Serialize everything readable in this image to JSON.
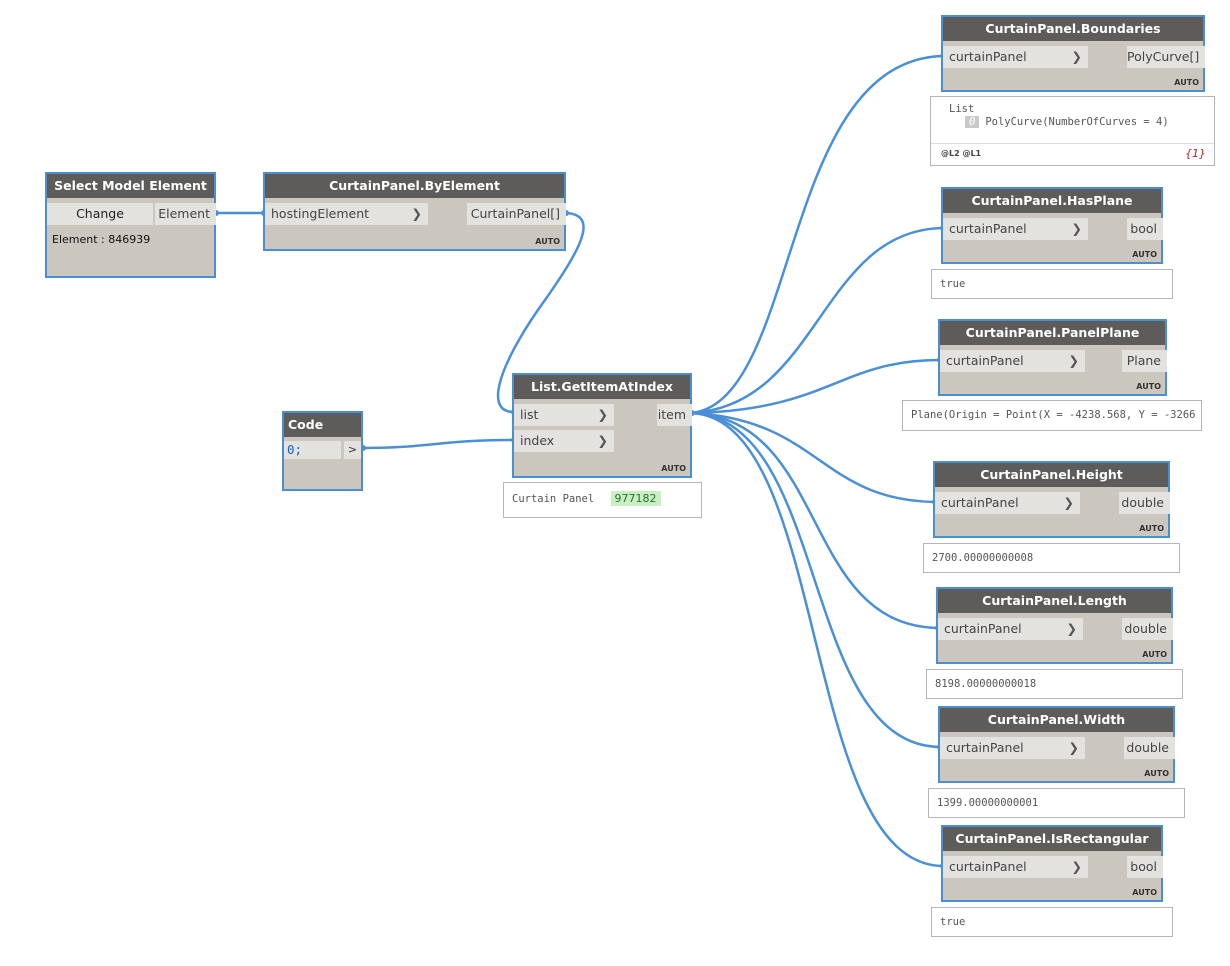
{
  "nodes": {
    "select": {
      "title": "Select Model Element",
      "button": "Change",
      "output": "Element",
      "info": "Element : 846939"
    },
    "byelement": {
      "title": "CurtainPanel.ByElement",
      "input": "hostingElement",
      "output": "CurtainPanel[]",
      "lacing": "AUTO"
    },
    "code": {
      "title": "Code Block",
      "code": "0;",
      "output": ">"
    },
    "getitem": {
      "title": "List.GetItemAtIndex",
      "in1": "list",
      "in2": "index",
      "output": "item",
      "lacing": "AUTO",
      "preview_label": "Curtain Panel",
      "preview_value": "977182"
    },
    "boundaries": {
      "title": "CurtainPanel.Boundaries",
      "input": "curtainPanel",
      "output": "PolyCurve[]",
      "lacing": "AUTO",
      "preview_list": "List",
      "preview_index": "0",
      "preview_item": "PolyCurve(NumberOfCurves = 4)",
      "preview_levels": "@L2 @L1",
      "preview_count": "{1}"
    },
    "hasplane": {
      "title": "CurtainPanel.HasPlane",
      "input": "curtainPanel",
      "output": "bool",
      "lacing": "AUTO",
      "preview": "true"
    },
    "panelplane": {
      "title": "CurtainPanel.PanelPlane",
      "input": "curtainPanel",
      "output": "Plane",
      "lacing": "AUTO",
      "preview": "Plane(Origin = Point(X = -4238.568, Y = -3266"
    },
    "height": {
      "title": "CurtainPanel.Height",
      "input": "curtainPanel",
      "output": "double",
      "lacing": "AUTO",
      "preview": "2700.00000000008"
    },
    "length": {
      "title": "CurtainPanel.Length",
      "input": "curtainPanel",
      "output": "double",
      "lacing": "AUTO",
      "preview": "8198.00000000018"
    },
    "width": {
      "title": "CurtainPanel.Width",
      "input": "curtainPanel",
      "output": "double",
      "lacing": "AUTO",
      "preview": "1399.00000000001"
    },
    "isrect": {
      "title": "CurtainPanel.IsRectangular",
      "input": "curtainPanel",
      "output": "bool",
      "lacing": "AUTO",
      "preview": "true"
    }
  },
  "colors": {
    "wire": "#4a90d9",
    "node_border": "#4c8fd1",
    "header": "#5e5c5a",
    "body": "#cbc6be"
  }
}
